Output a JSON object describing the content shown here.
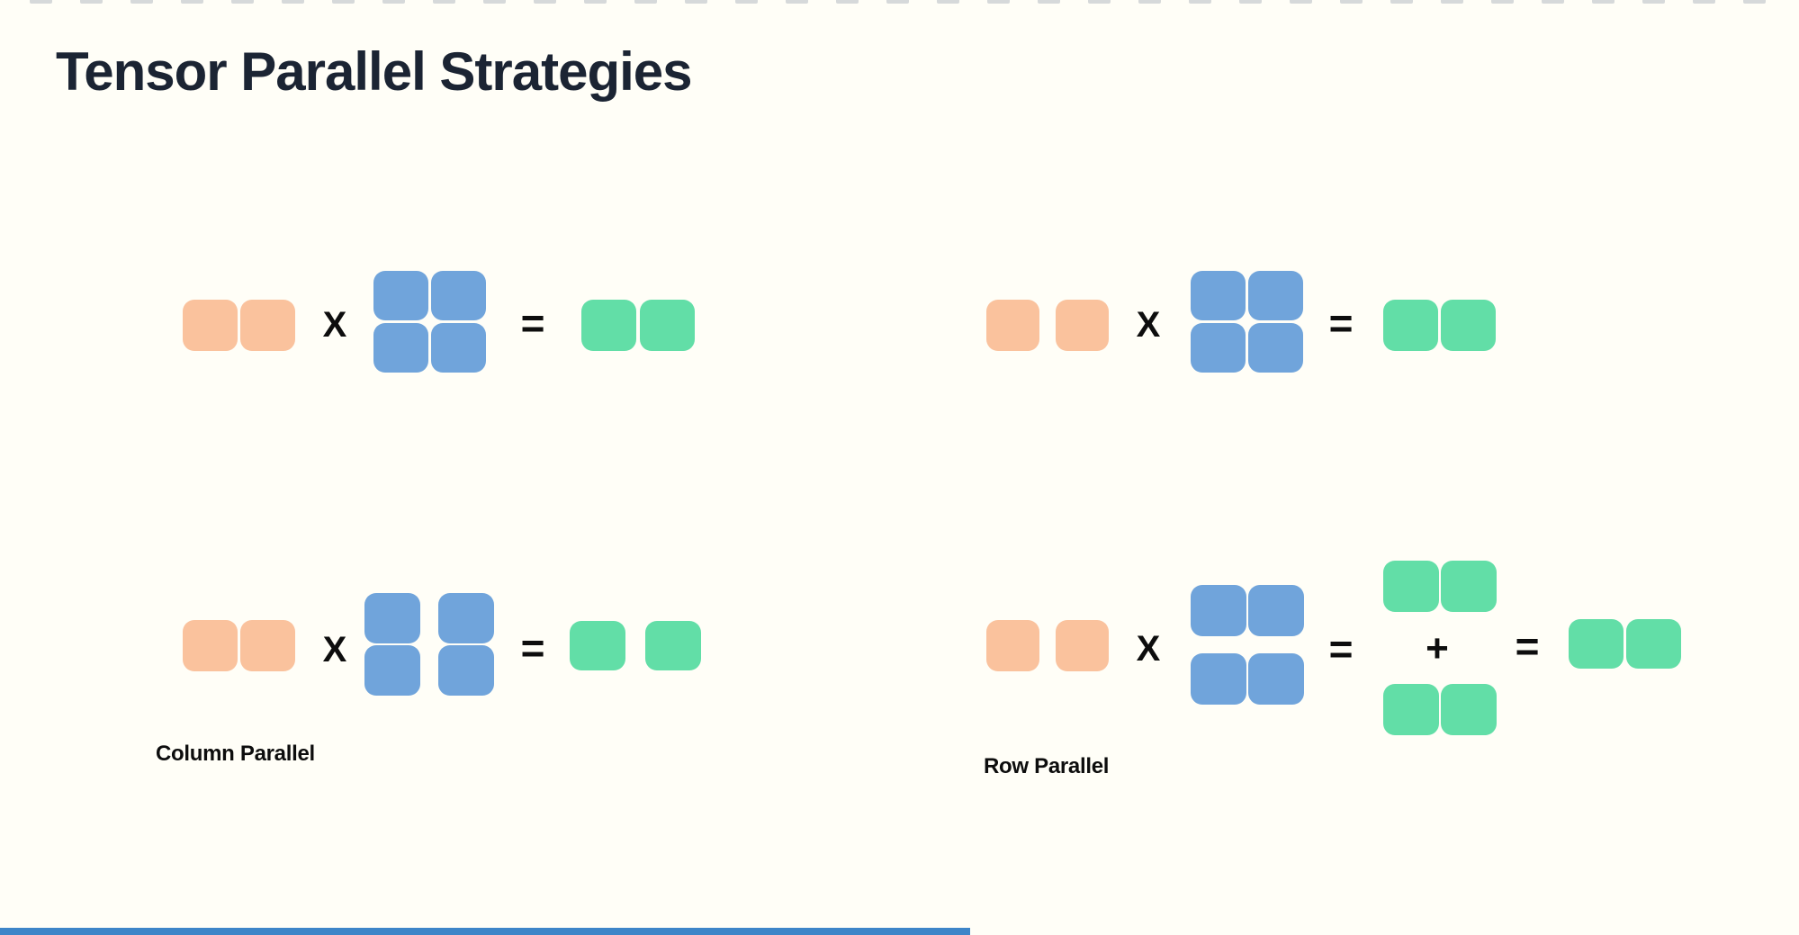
{
  "title": "Tensor Parallel Strategies",
  "operators": {
    "multiply": "X",
    "equals": "=",
    "plus": "+"
  },
  "figures": {
    "top_left": {
      "input_blocks": 2,
      "weight_blocks": 4,
      "output_blocks": 2,
      "weight_split": "none",
      "label": ""
    },
    "top_right": {
      "input_blocks": 2,
      "weight_blocks": 4,
      "output_blocks": 2,
      "weight_split": "none",
      "label": ""
    },
    "bottom_left": {
      "input_blocks": 2,
      "weight_blocks": 4,
      "output_blocks": 2,
      "weight_split": "column",
      "label": "Column Parallel"
    },
    "bottom_right": {
      "input_blocks": 2,
      "weight_blocks": 4,
      "partial_output_blocks": 4,
      "output_blocks": 2,
      "weight_split": "row",
      "label": "Row Parallel"
    }
  },
  "top_strip": {
    "dash_count": 35
  },
  "colors": {
    "background": "#FFFEF7",
    "title_text": "#1B2433",
    "label_text": "#0D0D0D",
    "operator_text": "#0D0D0D",
    "input_block_orange": "#FAC29D",
    "weight_block_blue": "#70A4DB",
    "output_block_green": "#62DEA7",
    "top_strip_dash": "#D6D9DA",
    "bottom_strip_blue": "#3D85C8"
  }
}
